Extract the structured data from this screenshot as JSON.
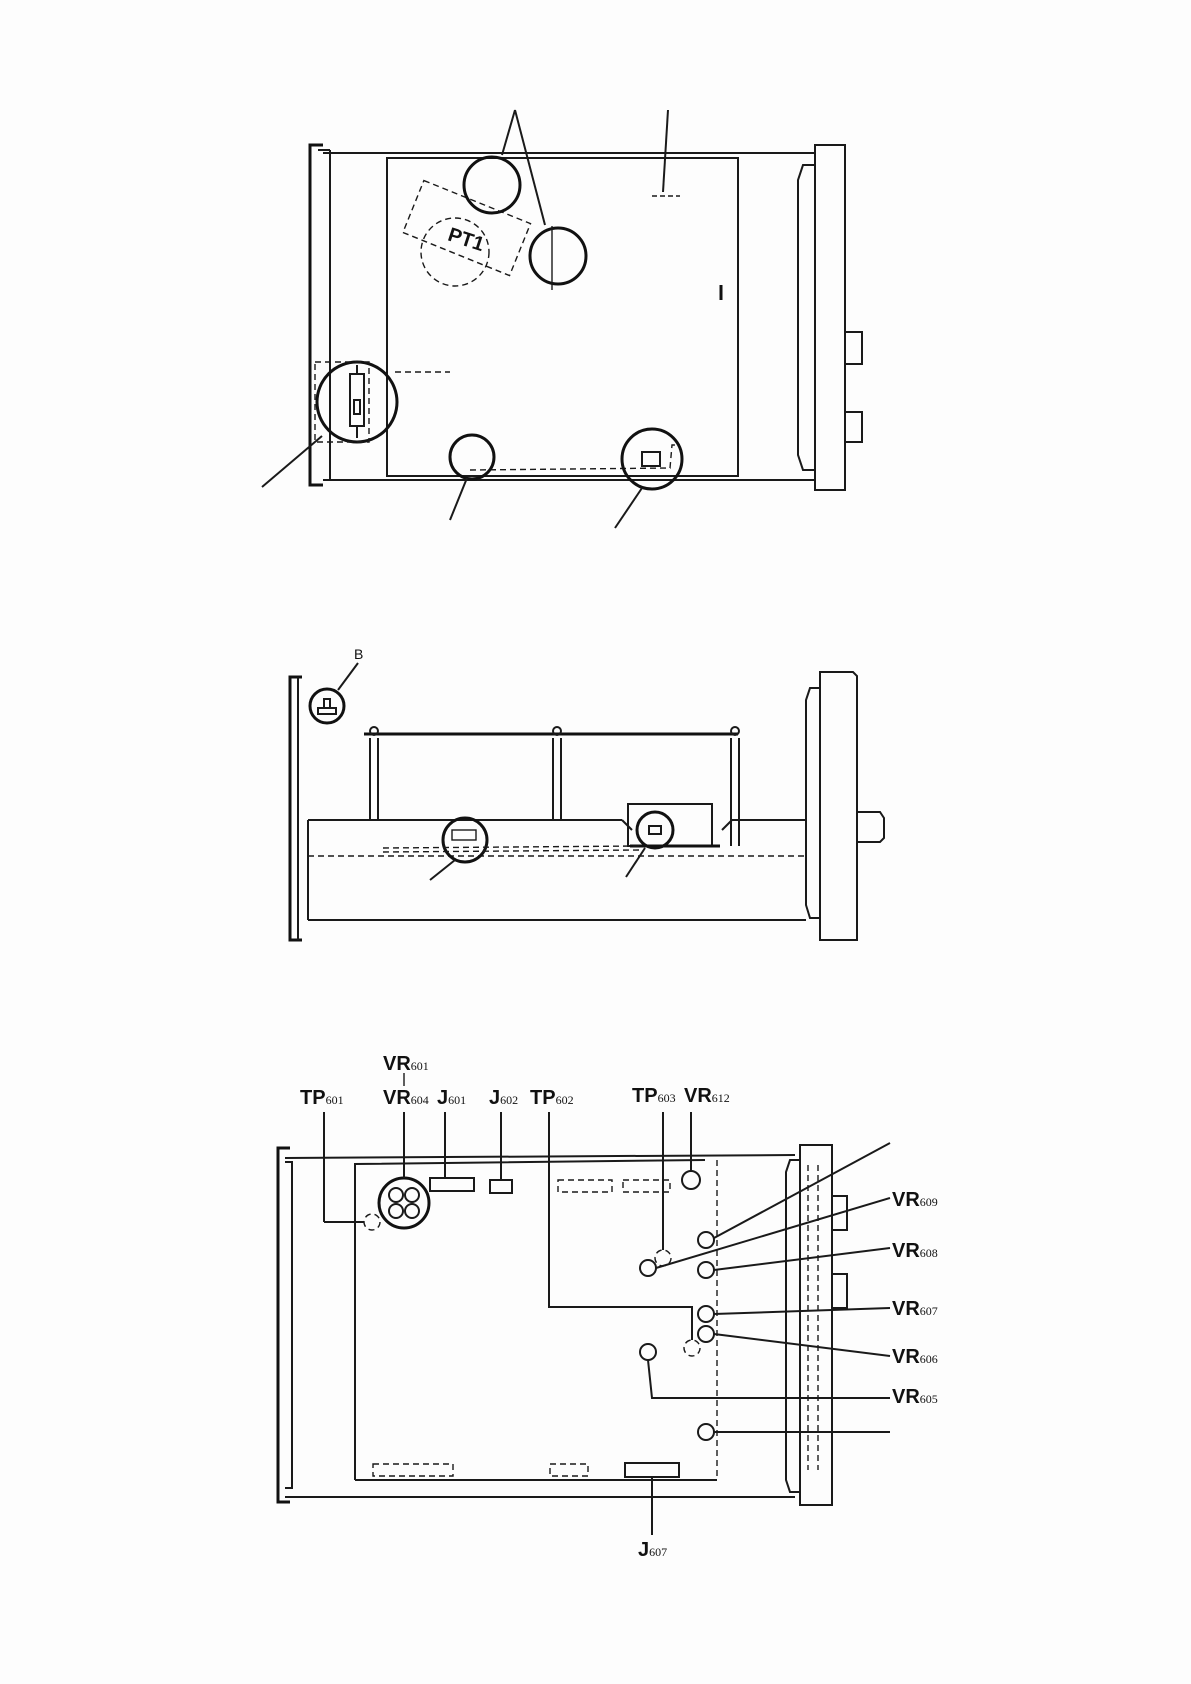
{
  "top_view": {
    "transformer_label": "PT1"
  },
  "side_view": {
    "callout_b": "B"
  },
  "bottom_view": {
    "labels": {
      "vr601": {
        "main": "VR",
        "sub": "601"
      },
      "tp601": {
        "main": "TP",
        "sub": "601"
      },
      "vr604": {
        "main": "VR",
        "sub": "604"
      },
      "j601": {
        "main": "J",
        "sub": "601"
      },
      "j602": {
        "main": "J",
        "sub": "602"
      },
      "tp602": {
        "main": "TP",
        "sub": "602"
      },
      "tp603": {
        "main": "TP",
        "sub": "603"
      },
      "vr612": {
        "main": "VR",
        "sub": "612"
      },
      "vr609": {
        "main": "VR",
        "sub": "609"
      },
      "vr608": {
        "main": "VR",
        "sub": "608"
      },
      "vr607": {
        "main": "VR",
        "sub": "607"
      },
      "vr606": {
        "main": "VR",
        "sub": "606"
      },
      "vr605": {
        "main": "VR",
        "sub": "605"
      },
      "j607": {
        "main": "J",
        "sub": "607"
      }
    }
  }
}
